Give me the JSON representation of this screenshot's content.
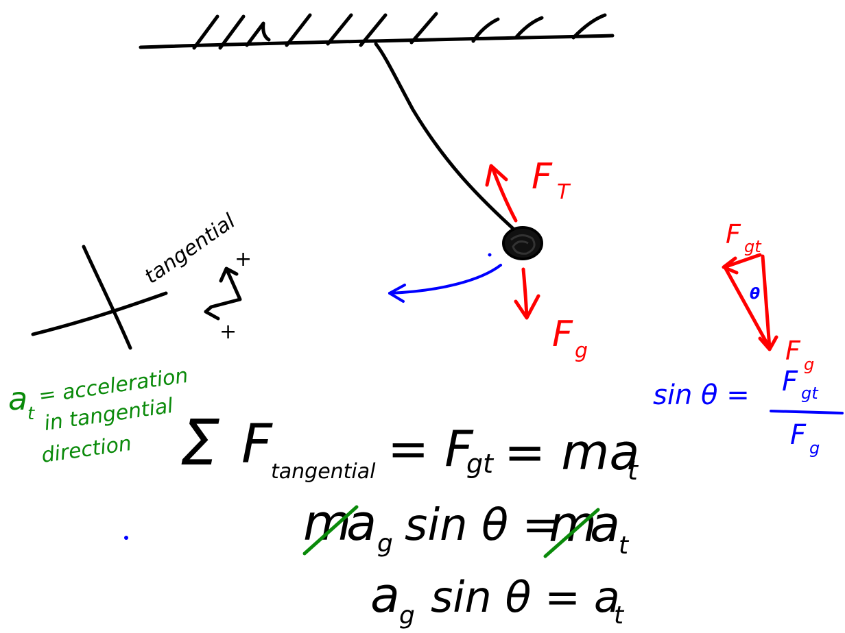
{
  "colors": {
    "ink": "#000000",
    "forces": "#ff0000",
    "motion": "#0000ff",
    "note": "#0a8a0a"
  },
  "labels": {
    "tension_force": "F",
    "tension_sub": "T",
    "gravity_force": "F",
    "gravity_sub": "g",
    "tangential_axis": "tangential",
    "plus_sign": "+",
    "component_force": "F",
    "component_sub": "gt",
    "component_gravity": "F",
    "component_gravity_sub": "g",
    "angle": "θ"
  },
  "note": {
    "line1": "a",
    "line1_sub": "t",
    "line1_rest": "= acceleration",
    "line2": "in tangential",
    "line3": "direction"
  },
  "equations": {
    "sine_lhs": "sin θ =",
    "sine_num": "F",
    "sine_num_sub": "gt",
    "sine_den": "F",
    "sine_den_sub": "g",
    "eq1_sigma": "Σ",
    "eq1_f": "F",
    "eq1_sub": "tangential",
    "eq1_rest": "= F",
    "eq1_rest_sub": "gt",
    "eq1_end": "= ma",
    "eq1_end_sub": "t",
    "eq2_m1": "m",
    "eq2_a": "a",
    "eq2_a_sub": "g",
    "eq2_mid": "sin θ =",
    "eq2_m2": "m",
    "eq2_a2": "a",
    "eq2_a2_sub": "t",
    "eq3_a": "a",
    "eq3_a_sub": "g",
    "eq3_mid": "sin θ = a",
    "eq3_end_sub": "t"
  }
}
